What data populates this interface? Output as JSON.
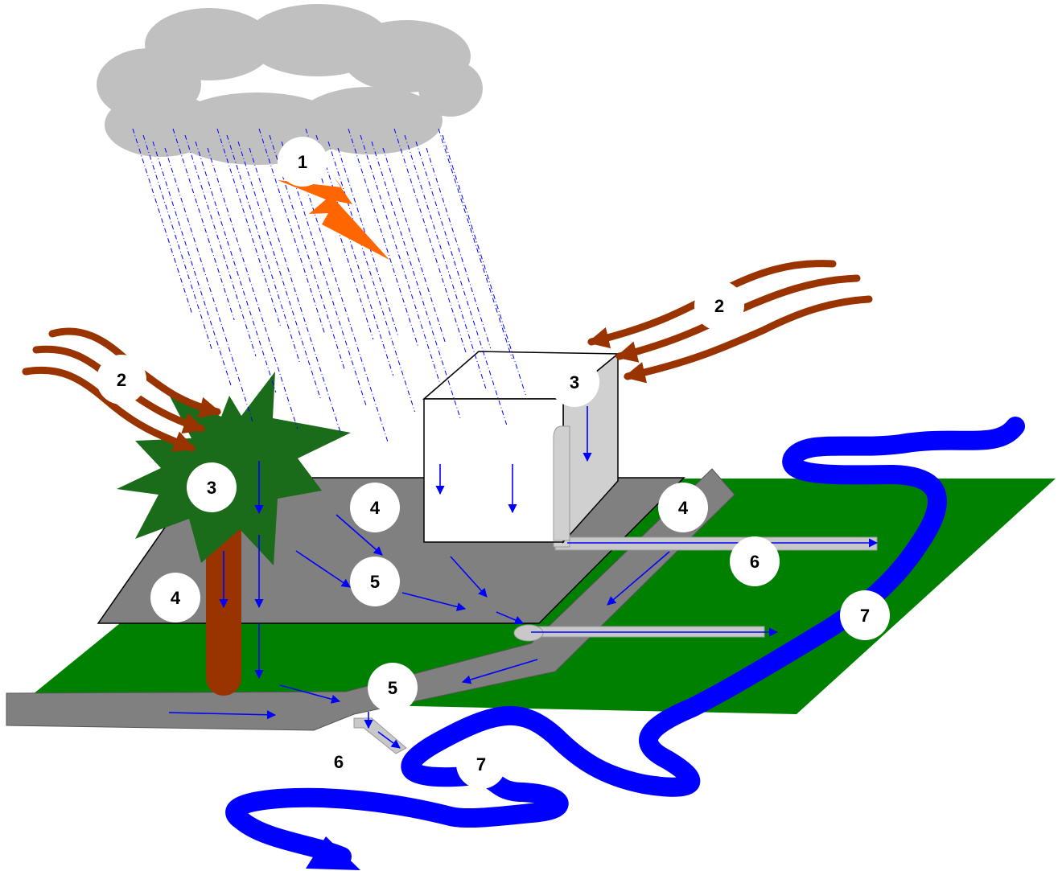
{
  "colors": {
    "ground": "#008000",
    "pavement": "#808080",
    "road": "#808080",
    "river": "#0000ff",
    "rain": "#0000ff",
    "flow_arrow": "#0000ff",
    "cloud": "#c0c0c0",
    "lightning": "#ff6600",
    "wind": "#993300",
    "tree_crown": "#1a6b1a",
    "tree_trunk": "#993300",
    "building": "#ffffff",
    "building_side": "#d0d0d0",
    "pipe": "#c8c8c8",
    "badge": "#ffffff"
  },
  "labels": {
    "lightning": "1",
    "wind_left": "2",
    "wind_right": "2",
    "tree": "3",
    "building": "3",
    "pavement": "4",
    "tree_trunk": "4",
    "road": "4",
    "pavement_flow": "5",
    "road_flow": "5",
    "outfall_plain": "6",
    "pipe_outfall": "6",
    "river_upper": "7",
    "river_lower": "7"
  }
}
